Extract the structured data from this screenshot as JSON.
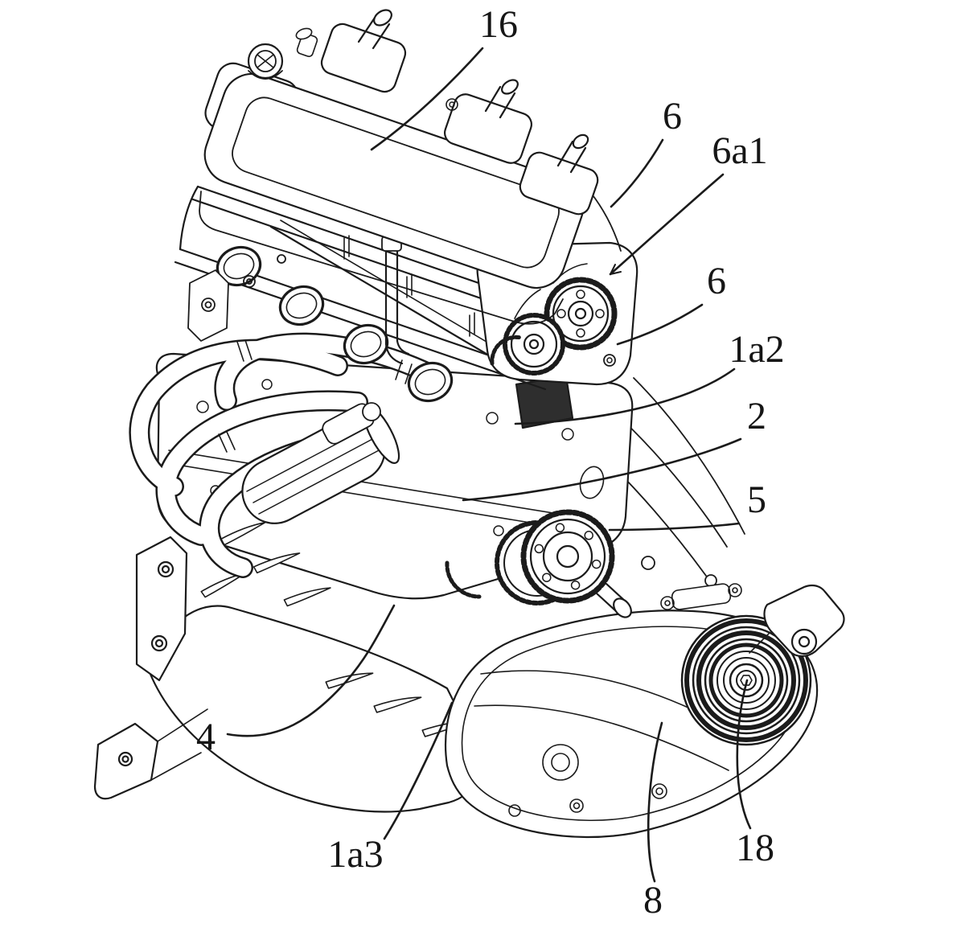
{
  "figure": {
    "kind": "patent-engine-line-drawing",
    "background_color": "#ffffff",
    "line_color": "#1b1b1b",
    "labels": [
      {
        "text": "16"
      },
      {
        "text": "6"
      },
      {
        "text": "6a1"
      },
      {
        "text": "6"
      },
      {
        "text": "1a2"
      },
      {
        "text": "2"
      },
      {
        "text": "5"
      },
      {
        "text": "4"
      },
      {
        "text": "1a3"
      },
      {
        "text": "8"
      },
      {
        "text": "18"
      }
    ]
  }
}
